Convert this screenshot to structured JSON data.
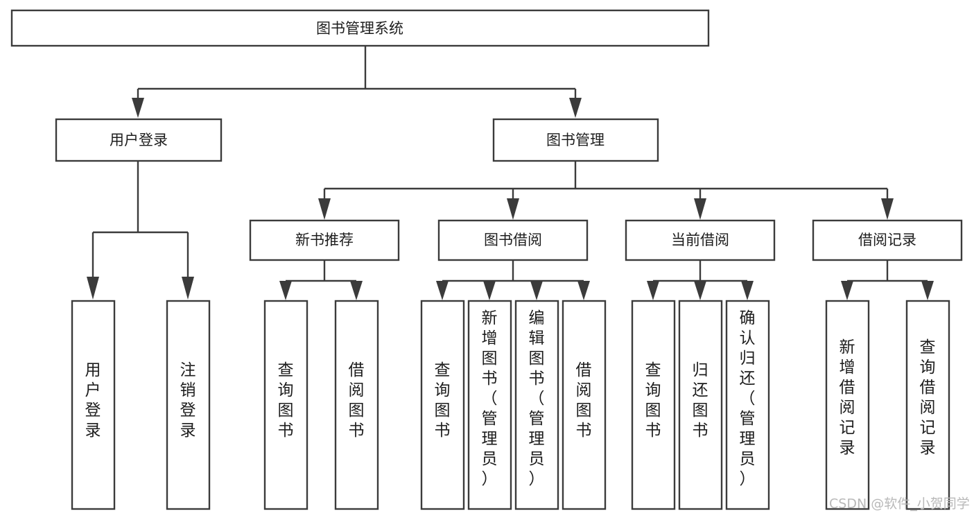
{
  "diagram": {
    "type": "tree-hierarchy",
    "title": "图书管理系统",
    "root": {
      "id": "root",
      "label": "图书管理系统",
      "orientation": "horizontal"
    },
    "level2": [
      {
        "id": "user-login",
        "label": "用户登录",
        "orientation": "horizontal"
      },
      {
        "id": "book-manage",
        "label": "图书管理",
        "orientation": "horizontal"
      }
    ],
    "level3": [
      {
        "id": "new-book-recommend",
        "label": "新书推荐",
        "orientation": "horizontal",
        "parent": "book-manage"
      },
      {
        "id": "book-borrow",
        "label": "图书借阅",
        "orientation": "horizontal",
        "parent": "book-manage"
      },
      {
        "id": "current-borrow",
        "label": "当前借阅",
        "orientation": "horizontal",
        "parent": "book-manage"
      },
      {
        "id": "borrow-record",
        "label": "借阅记录",
        "orientation": "horizontal",
        "parent": "book-manage"
      }
    ],
    "leaves": [
      {
        "id": "leaf-user-login",
        "label": "用户登录",
        "parent": "user-login",
        "orientation": "vertical",
        "align": "center"
      },
      {
        "id": "leaf-user-logout",
        "label": "注销登录",
        "parent": "user-login",
        "orientation": "vertical",
        "align": "center"
      },
      {
        "id": "leaf-query-book-1",
        "label": "查询图书",
        "parent": "new-book-recommend",
        "orientation": "vertical",
        "align": "center"
      },
      {
        "id": "leaf-borrow-book-1",
        "label": "借阅图书",
        "parent": "new-book-recommend",
        "orientation": "vertical",
        "align": "center"
      },
      {
        "id": "leaf-query-book-2",
        "label": "查询图书",
        "parent": "book-borrow",
        "orientation": "vertical",
        "align": "center"
      },
      {
        "id": "leaf-add-book",
        "label": "新增图书（管理员）",
        "parent": "book-borrow",
        "orientation": "vertical",
        "align": "top"
      },
      {
        "id": "leaf-edit-book",
        "label": "编辑图书（管理员）",
        "parent": "book-borrow",
        "orientation": "vertical",
        "align": "top"
      },
      {
        "id": "leaf-borrow-book-2",
        "label": "借阅图书",
        "parent": "book-borrow",
        "orientation": "vertical",
        "align": "center"
      },
      {
        "id": "leaf-query-book-3",
        "label": "查询图书",
        "parent": "current-borrow",
        "orientation": "vertical",
        "align": "center"
      },
      {
        "id": "leaf-return-book",
        "label": "归还图书",
        "parent": "current-borrow",
        "orientation": "vertical",
        "align": "center"
      },
      {
        "id": "leaf-confirm-return",
        "label": "确认归还（管理员）",
        "parent": "current-borrow",
        "orientation": "vertical",
        "align": "top"
      },
      {
        "id": "leaf-add-record",
        "label": "新增借阅记录",
        "parent": "borrow-record",
        "orientation": "vertical",
        "align": "center"
      },
      {
        "id": "leaf-query-record",
        "label": "查询借阅记录",
        "parent": "borrow-record",
        "orientation": "vertical",
        "align": "center"
      }
    ],
    "colors": {
      "stroke": "#3b3b3b",
      "fill": "#ffffff",
      "text": "#1d1d1d",
      "background": "#ffffff",
      "watermark": "#b9b9b9"
    }
  },
  "watermark": {
    "text": "CSDN @软件_小贺同学"
  }
}
